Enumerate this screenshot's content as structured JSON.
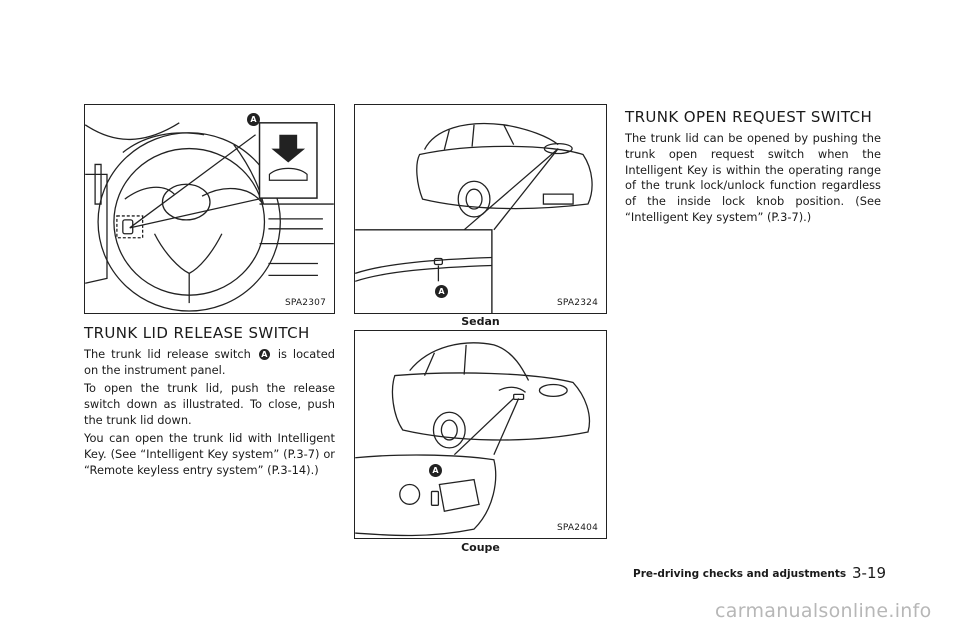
{
  "figures": {
    "switch": {
      "code": "SPA2307",
      "callout": "A"
    },
    "sedan": {
      "code": "SPA2324",
      "caption": "Sedan",
      "callout": "A"
    },
    "coupe": {
      "code": "SPA2404",
      "caption": "Coupe",
      "callout": "A"
    }
  },
  "left_section": {
    "heading": "TRUNK LID RELEASE SWITCH",
    "p1_before": "The trunk lid release switch",
    "p1_callout": "A",
    "p1_after": "is located on the instrument panel.",
    "p2": "To open the trunk lid, push the release switch down as illustrated. To close, push the trunk lid down.",
    "p3": "You can open the trunk lid with Intelligent Key. (See “Intelligent Key system” (P.3-7) or “Remote keyless entry system” (P.3-14).)"
  },
  "right_section": {
    "heading": "TRUNK OPEN REQUEST SWITCH",
    "p1": "The trunk lid can be opened by pushing the trunk open request switch when the Intelligent Key is within the operating range of the trunk lock/unlock function regardless of the inside lock knob position. (See “Intelligent Key system” (P.3-7).)"
  },
  "footer": {
    "section_title": "Pre-driving checks and adjustments",
    "page_number": "3-19"
  },
  "watermark": "carmanualsonline.info"
}
